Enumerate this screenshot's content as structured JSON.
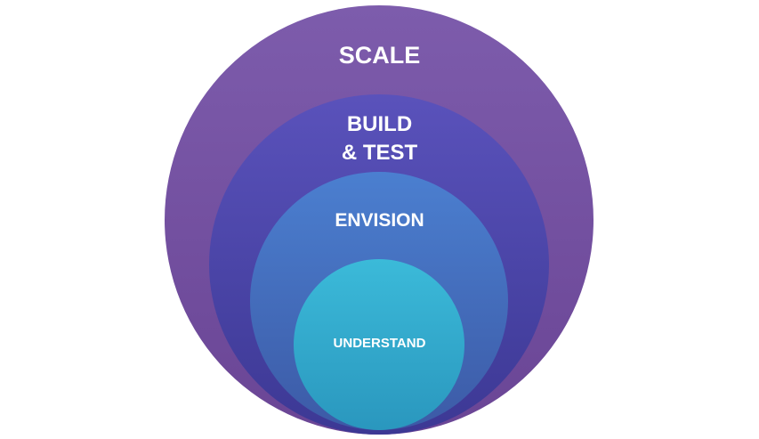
{
  "diagram": {
    "rings": [
      {
        "id": "scale",
        "label": "SCALE",
        "color_light": "#7d5cac",
        "color_dark": "#6a4595"
      },
      {
        "id": "build",
        "label": "BUILD\n& TEST",
        "color_light": "#5a52bb",
        "color_dark": "#3c3894"
      },
      {
        "id": "envision",
        "label": "ENVISION",
        "color_light": "#4b7fd0",
        "color_dark": "#3c5aa6"
      },
      {
        "id": "understand",
        "label": "UNDERSTAND",
        "color_light": "#3bbad9",
        "color_dark": "#2a97be"
      }
    ]
  }
}
